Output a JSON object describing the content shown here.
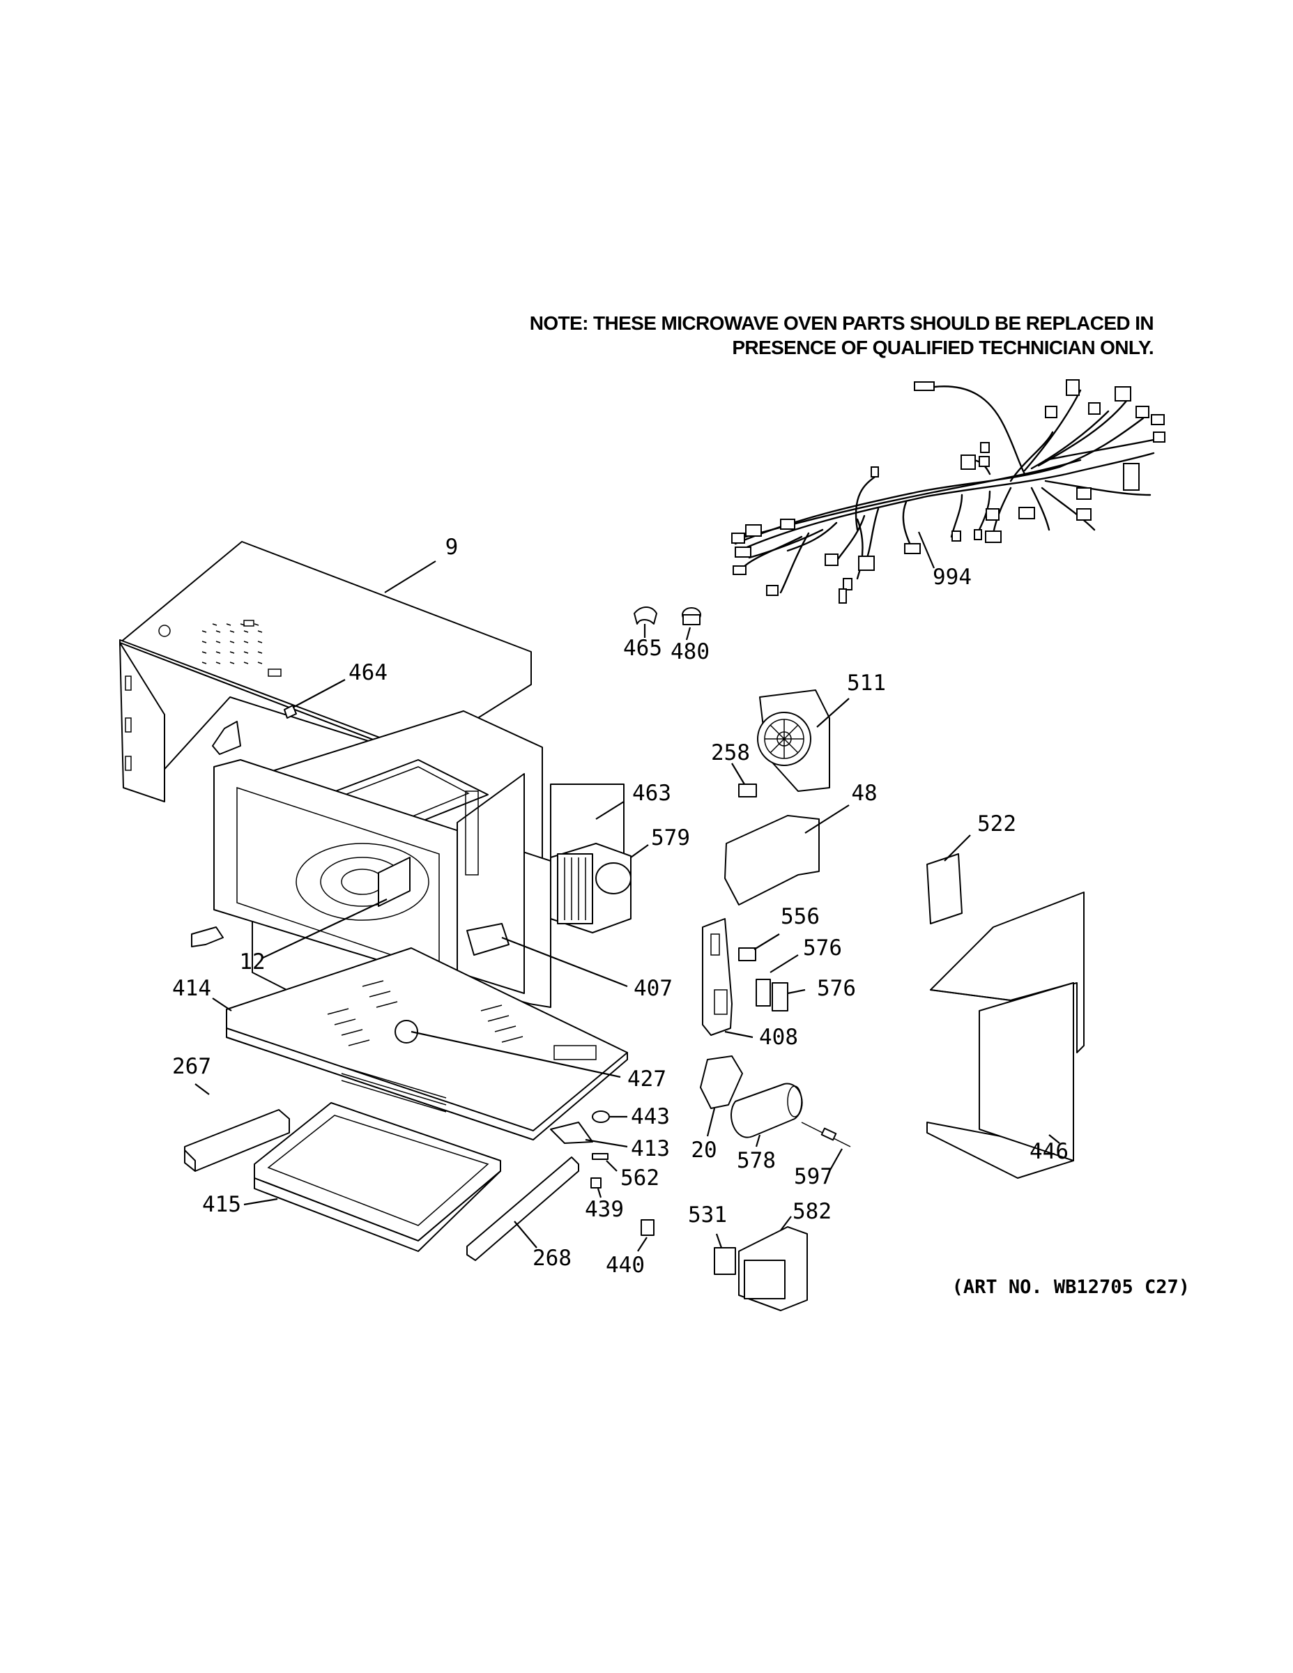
{
  "note": {
    "line1": "NOTE: THESE MICROWAVE OVEN PARTS SHOULD BE REPLACED IN",
    "line2": "PRESENCE OF QUALIFIED TECHNICIAN ONLY."
  },
  "art_number": "(ART NO. WB12705 C27)",
  "callouts": {
    "p9": "9",
    "p464": "464",
    "p465": "465",
    "p480": "480",
    "p994": "994",
    "p511": "511",
    "p258": "258",
    "p48": "48",
    "p463": "463",
    "p579": "579",
    "p522": "522",
    "p556": "556",
    "p576a": "576",
    "p576b": "576",
    "p12": "12",
    "p414": "414",
    "p407": "407",
    "p408": "408",
    "p267": "267",
    "p427": "427",
    "p443": "443",
    "p413": "413",
    "p20": "20",
    "p578": "578",
    "p597": "597",
    "p446": "446",
    "p562": "562",
    "p415": "415",
    "p439": "439",
    "p531": "531",
    "p582": "582",
    "p268": "268",
    "p440": "440"
  }
}
